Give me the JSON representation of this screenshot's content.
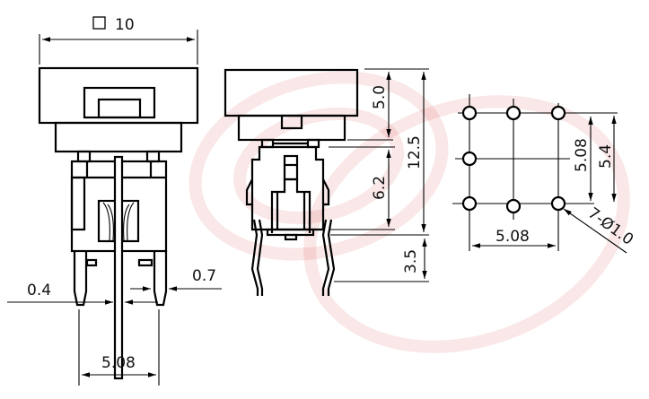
{
  "drawing": {
    "subject": "tactile switch with LED",
    "colors": {
      "line": "#000000",
      "background": "#ffffff",
      "watermark": "#d01010"
    },
    "front_view": {
      "width_dim": {
        "symbol": "□",
        "label": "10"
      },
      "pin_width_left": "0.4",
      "pin_width_right": "0.7",
      "pin_pitch": "5.08"
    },
    "side_view": {
      "cap_height": "5.0",
      "total_height": "12.5",
      "body_height": "6.2",
      "pin_length": "3.5"
    },
    "pcb_layout": {
      "vertical_pitch": "5.08",
      "vertical_outer": "5.4",
      "horizontal_pitch": "5.08",
      "hole_callout": "7-Ø1.0"
    }
  }
}
